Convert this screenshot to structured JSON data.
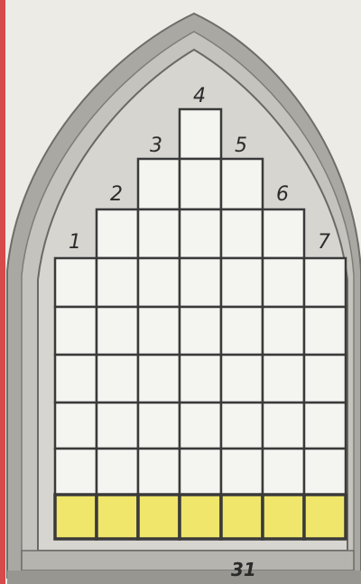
{
  "puzzle": {
    "column_numbers": [
      "1",
      "2",
      "3",
      "4",
      "5",
      "6",
      "7"
    ],
    "page_number": "31",
    "colors": {
      "red_edge": "#d64a4a",
      "stone_frame": "#9c9b97",
      "inner_shadow": "#b7b6b1",
      "cell_fill": "#f4f4f1",
      "grid_line": "#3a3a3a",
      "bottom_cell": "#efe66b"
    }
  }
}
